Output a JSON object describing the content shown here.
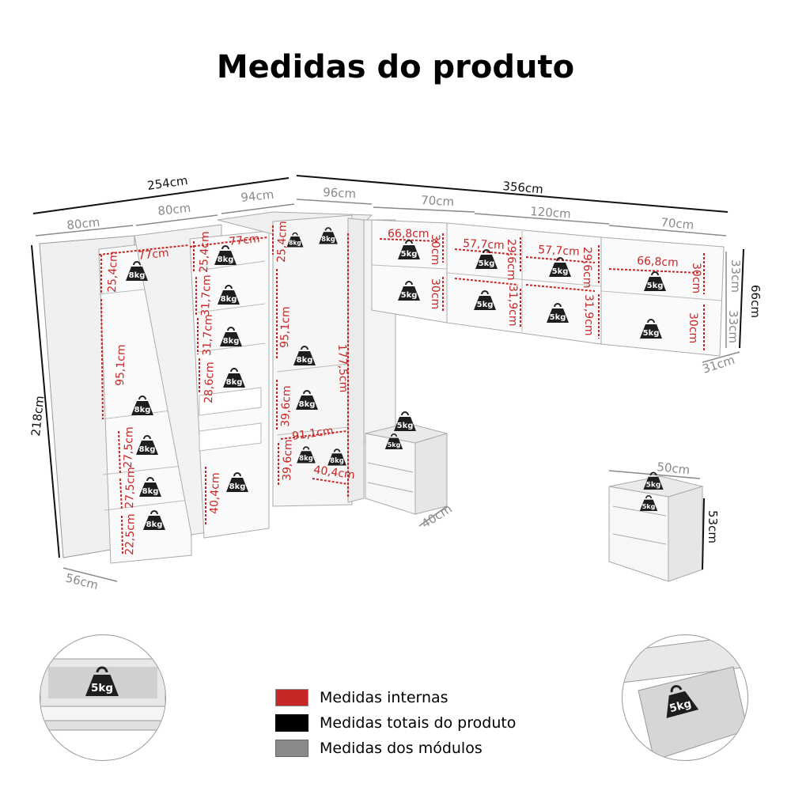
{
  "title": "Medidas do produto",
  "dims": {
    "total_width_left": "254cm",
    "total_width_right": "356cm",
    "m1_width": "80cm",
    "m2_width": "80cm",
    "m3_width": "94cm",
    "m4_width": "96cm",
    "m5_width": "70cm",
    "m6_width": "120cm",
    "m7_width": "70cm",
    "height_total": "218cm",
    "depth_left": "56cm",
    "wall_height": "66cm",
    "wall_h1": "33cm",
    "wall_h2": "33cm",
    "wall_depth": "31cm",
    "nightstand_depth": "40cm",
    "nightstand_width": "50cm",
    "nightstand_height": "53cm"
  },
  "internal": {
    "a1": "77cm",
    "a2": "25,4cm",
    "a3": "95,1cm",
    "a4": "27,5cm",
    "a5": "27,5cm",
    "a6": "22,5cm",
    "b1": "77cm",
    "b2": "25,4cm",
    "b3": "31,7cm",
    "b4": "31,7cm",
    "b5": "28,6cm",
    "b6": "40,4cm",
    "c1": "25,4cm",
    "c2": "95,1cm",
    "c3": "177,5cm",
    "c4": "39,6cm",
    "c5": "91,1cm",
    "c6": "39,6cm",
    "c7": "40,4cm",
    "d1": "66,8cm",
    "d2": "30cm",
    "d3": "30cm",
    "e1": "57,7cm",
    "e2": "29,6cm",
    "e3": "31,9cm",
    "f1": "57,7cm",
    "f2": "29,6cm",
    "f3": "31,9cm",
    "g1": "66,8cm",
    "g2": "30cm",
    "g3": "30cm"
  },
  "weights": {
    "kg8": "8kg",
    "kg5": "5kg"
  },
  "legend": [
    {
      "label": "Medidas internas",
      "color": "#c62828"
    },
    {
      "label": "Medidas totais do produto",
      "color": "#000000"
    },
    {
      "label": "Medidas dos módulos",
      "color": "#8a8a8a"
    }
  ],
  "icons": [
    "weight-icon"
  ]
}
